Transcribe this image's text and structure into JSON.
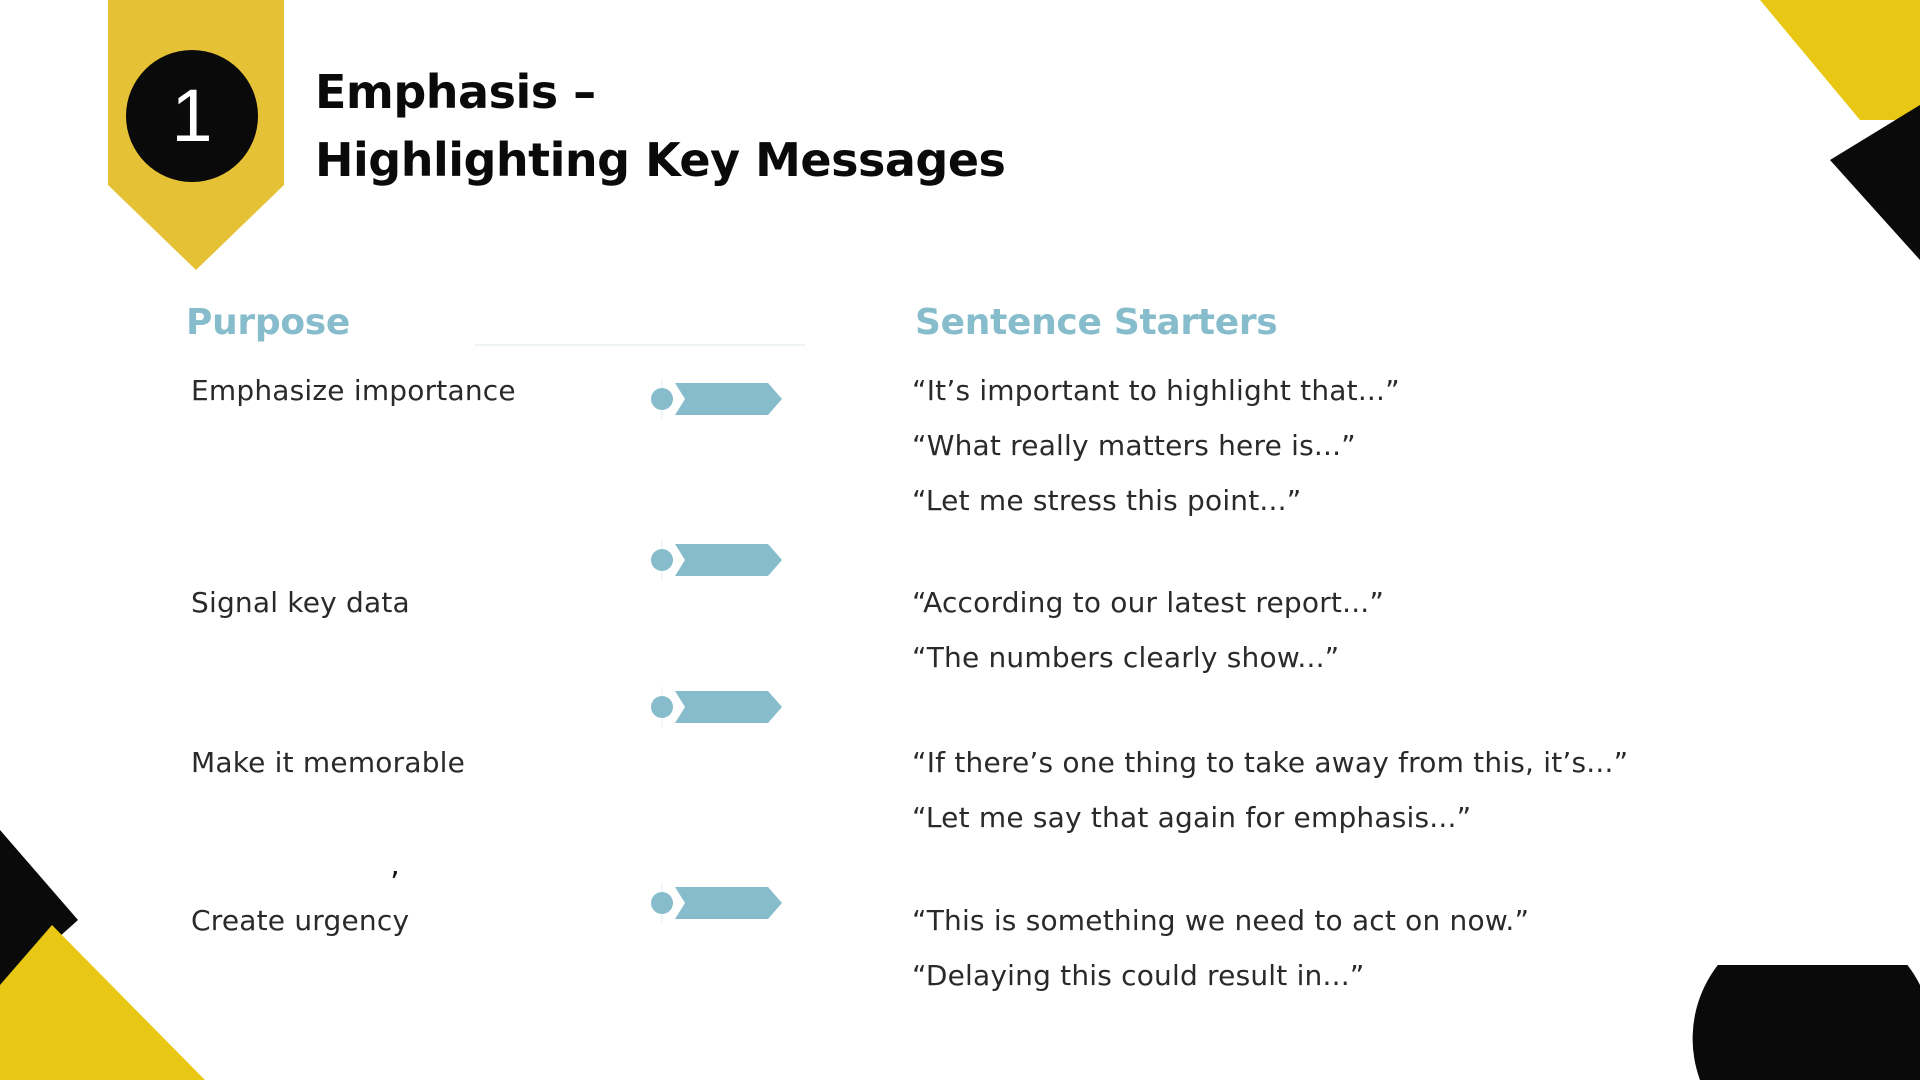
{
  "slide": {
    "number": "1",
    "title_line1": "Emphasis –",
    "title_line2": "Highlighting Key Messages"
  },
  "headings": {
    "purpose": "Purpose",
    "starters": "Sentence Starters"
  },
  "rows": [
    {
      "purpose": "Emphasize importance",
      "starters": [
        "“It’s important to highlight that...”",
        "“What really matters here is...”",
        "“Let me stress this point...”"
      ]
    },
    {
      "purpose": "Signal key data",
      "starters": [
        "“According to our latest report...”",
        "“The numbers clearly show...”"
      ]
    },
    {
      "purpose": "Make it memorable",
      "starters": [
        "“If there’s one thing to take away from this, it’s...”",
        "“Let me say that again for emphasis...”"
      ]
    },
    {
      "purpose": "Create urgency",
      "starters": [
        "“This is something we need to act on now.”",
        "“Delaying this could result in...”"
      ]
    }
  ],
  "stray_mark": "’",
  "colors": {
    "yellow": "#e5c235",
    "yellow_bright": "#e8c815",
    "black": "#0a0a0a",
    "teal": "#86bccb"
  }
}
